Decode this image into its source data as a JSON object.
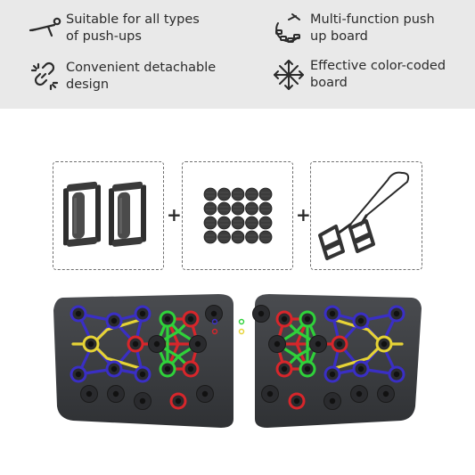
{
  "features": [
    {
      "icon": "pushup-person-icon",
      "lines": [
        "Suitable for all types",
        "of push-ups"
      ]
    },
    {
      "icon": "multi-function-board-icon",
      "lines": [
        "Multi-function push",
        "up board"
      ]
    },
    {
      "icon": "detachable-link-icon",
      "lines": [
        "Convenient detachable",
        "design"
      ]
    },
    {
      "icon": "color-coded-arrows-icon",
      "lines": [
        "Effective color-coded",
        "board"
      ]
    }
  ],
  "accessories": [
    {
      "name": "push-up handles"
    },
    {
      "name": "anti-slip pads"
    },
    {
      "name": "resistance band"
    }
  ],
  "separator": "+",
  "colors": {
    "banner": "#e9e9e9",
    "board": "#3d3f43",
    "blue": "#3a2fc4",
    "yellow": "#e6d336",
    "red": "#d7262b",
    "green": "#2fd13a"
  }
}
